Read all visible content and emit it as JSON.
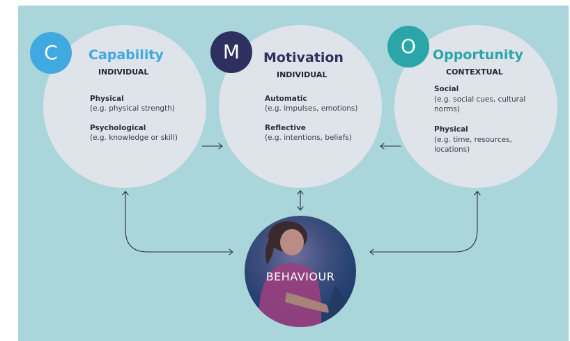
{
  "capability": {
    "letter": "C",
    "title": "Capability",
    "subtitle": "INDIVIDUAL",
    "items": [
      {
        "heading": "Physical",
        "desc": "(e.g. physical strength)"
      },
      {
        "heading": "Psychological",
        "desc": "(e.g. knowledge or skill)"
      }
    ],
    "color": "#3fa9e0"
  },
  "motivation": {
    "letter": "M",
    "title": "Motivation",
    "subtitle": "INDIVIDUAL",
    "items": [
      {
        "heading": "Automatic",
        "desc": "(e.g. impulses, emotions)"
      },
      {
        "heading": "Reflective",
        "desc": "(e.g. intentions, beliefs)"
      }
    ],
    "color": "#2e3160"
  },
  "opportunity": {
    "letter": "O",
    "title": "Opportunity",
    "subtitle": "CONTEXTUAL",
    "items": [
      {
        "heading": "Social",
        "desc_lines": [
          "(e.g. social cues, cultural",
          "norms)"
        ]
      },
      {
        "heading": "Physical",
        "desc_lines": [
          "(e.g. time, resources,",
          "locations)"
        ]
      }
    ],
    "color": "#2aa6a8"
  },
  "behaviour": {
    "label": "BEHAVIOUR"
  },
  "colors": {
    "background": "#a9d5db",
    "circle": "#dfe3ea",
    "arrow": "#2b2f3a"
  }
}
